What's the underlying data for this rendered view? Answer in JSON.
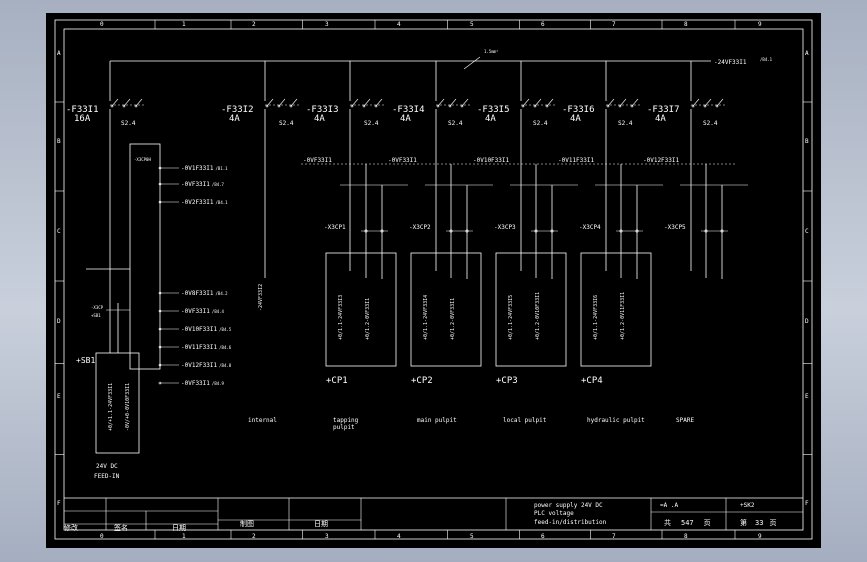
{
  "colors": {
    "background": "#000000",
    "lines": "#ffffff",
    "frame_outside": "#b4bccb"
  },
  "grid": {
    "columns": [
      "0",
      "1",
      "2",
      "3",
      "4",
      "5",
      "6",
      "7",
      "8",
      "9"
    ],
    "rows": [
      "A",
      "B",
      "C",
      "D",
      "E",
      "F"
    ]
  },
  "supply_label": "-24VF33I1",
  "supply_sup": "/B4.1",
  "note_mark": "1.5mm²",
  "breakers": [
    {
      "tag": "-F33I1",
      "rating": "16A",
      "aux": "S2.4"
    },
    {
      "tag": "-F33I2",
      "rating": "4A",
      "aux": "S2.4"
    },
    {
      "tag": "-F33I3",
      "rating": "4A",
      "aux": "S2.4"
    },
    {
      "tag": "-F33I4",
      "rating": "4A",
      "aux": "S2.4"
    },
    {
      "tag": "-F33I5",
      "rating": "4A",
      "aux": "S2.4"
    },
    {
      "tag": "-F33I6",
      "rating": "4A",
      "aux": "S2.4"
    },
    {
      "tag": "-F33I7",
      "rating": "4A",
      "aux": "S2.4"
    }
  ],
  "signal_labels": [
    "-0VF33I1",
    "-0VF33I1",
    "-0V10F33I1",
    "-0V11F33I1",
    "-0V12F33I1"
  ],
  "connectors": [
    "-X3CP1",
    "-X3CP2",
    "-X3CP3",
    "-X3CP4",
    "-X3CP5"
  ],
  "left_outputs": [
    {
      "label": "-0V1F33I1",
      "ref": "/B1.1"
    },
    {
      "label": "-0VF33I1",
      "ref": "/B4.7"
    },
    {
      "label": "-0V2F33I1",
      "ref": "/B4.1"
    },
    {
      "label": "-0V8F33I1",
      "ref": "/B4.2"
    },
    {
      "label": "-0VF33I1",
      "ref": "/B4.4"
    },
    {
      "label": "-0V10F33I1",
      "ref": "/B4.5"
    },
    {
      "label": "-0V11F33I1",
      "ref": "/B4.6"
    },
    {
      "label": "-0V12F33I1",
      "ref": "/B4.8"
    },
    {
      "label": "-0VF33I1",
      "ref": "/B4.9"
    }
  ],
  "left_block_top": "-X3CP0H",
  "left_vertical": "-24VF33I2",
  "switch_label": "-X3CP",
  "switch_sub": "+SB1",
  "feed_left": "+0/+1.1-24VF33I1",
  "feed_right": "-0V/+0-0V10F33I1",
  "feed_caption_line1": "24V DC",
  "feed_caption_line2": "FEED-IN",
  "sb_label": "+SB1",
  "panels": [
    {
      "label": "+CP1",
      "v1": "+0/1.1-24VF33I3",
      "v2": "+0/1.2-0VF33I1"
    },
    {
      "label": "+CP2",
      "v1": "+0/1.1-24VF33I4",
      "v2": "+0/1.2-0VF33I1"
    },
    {
      "label": "+CP3",
      "v1": "+0/1.1-24VF33I5",
      "v2": "+0/1.2-0V10F33I1"
    },
    {
      "label": "+CP4",
      "v1": "+0/1.1-24VF33I6",
      "v2": "+0/1.2-0V11F33I1"
    }
  ],
  "sections": [
    {
      "line1": "internal",
      "line2": ""
    },
    {
      "line1": "tapping",
      "line2": "pulpit"
    },
    {
      "line1": "main pulpit",
      "line2": ""
    },
    {
      "line1": "local pulpit",
      "line2": ""
    },
    {
      "line1": "hydraulic pulpit",
      "line2": ""
    },
    {
      "line1": "SPARE",
      "line2": ""
    }
  ],
  "title_block": {
    "desc1": "power supply 24V DC",
    "desc2": "PLC voltage",
    "desc3": "feed-in/distribution",
    "plant": "=A  .A",
    "location": "+SK2",
    "total_prefix": "共",
    "total": "547",
    "total_suffix": "页",
    "sheet_prefix": "第",
    "sheet": "33",
    "sheet_suffix": "页",
    "rev_headers": [
      "修改",
      "签名",
      "日期"
    ],
    "row_headers": [
      "制图",
      "日期"
    ]
  }
}
